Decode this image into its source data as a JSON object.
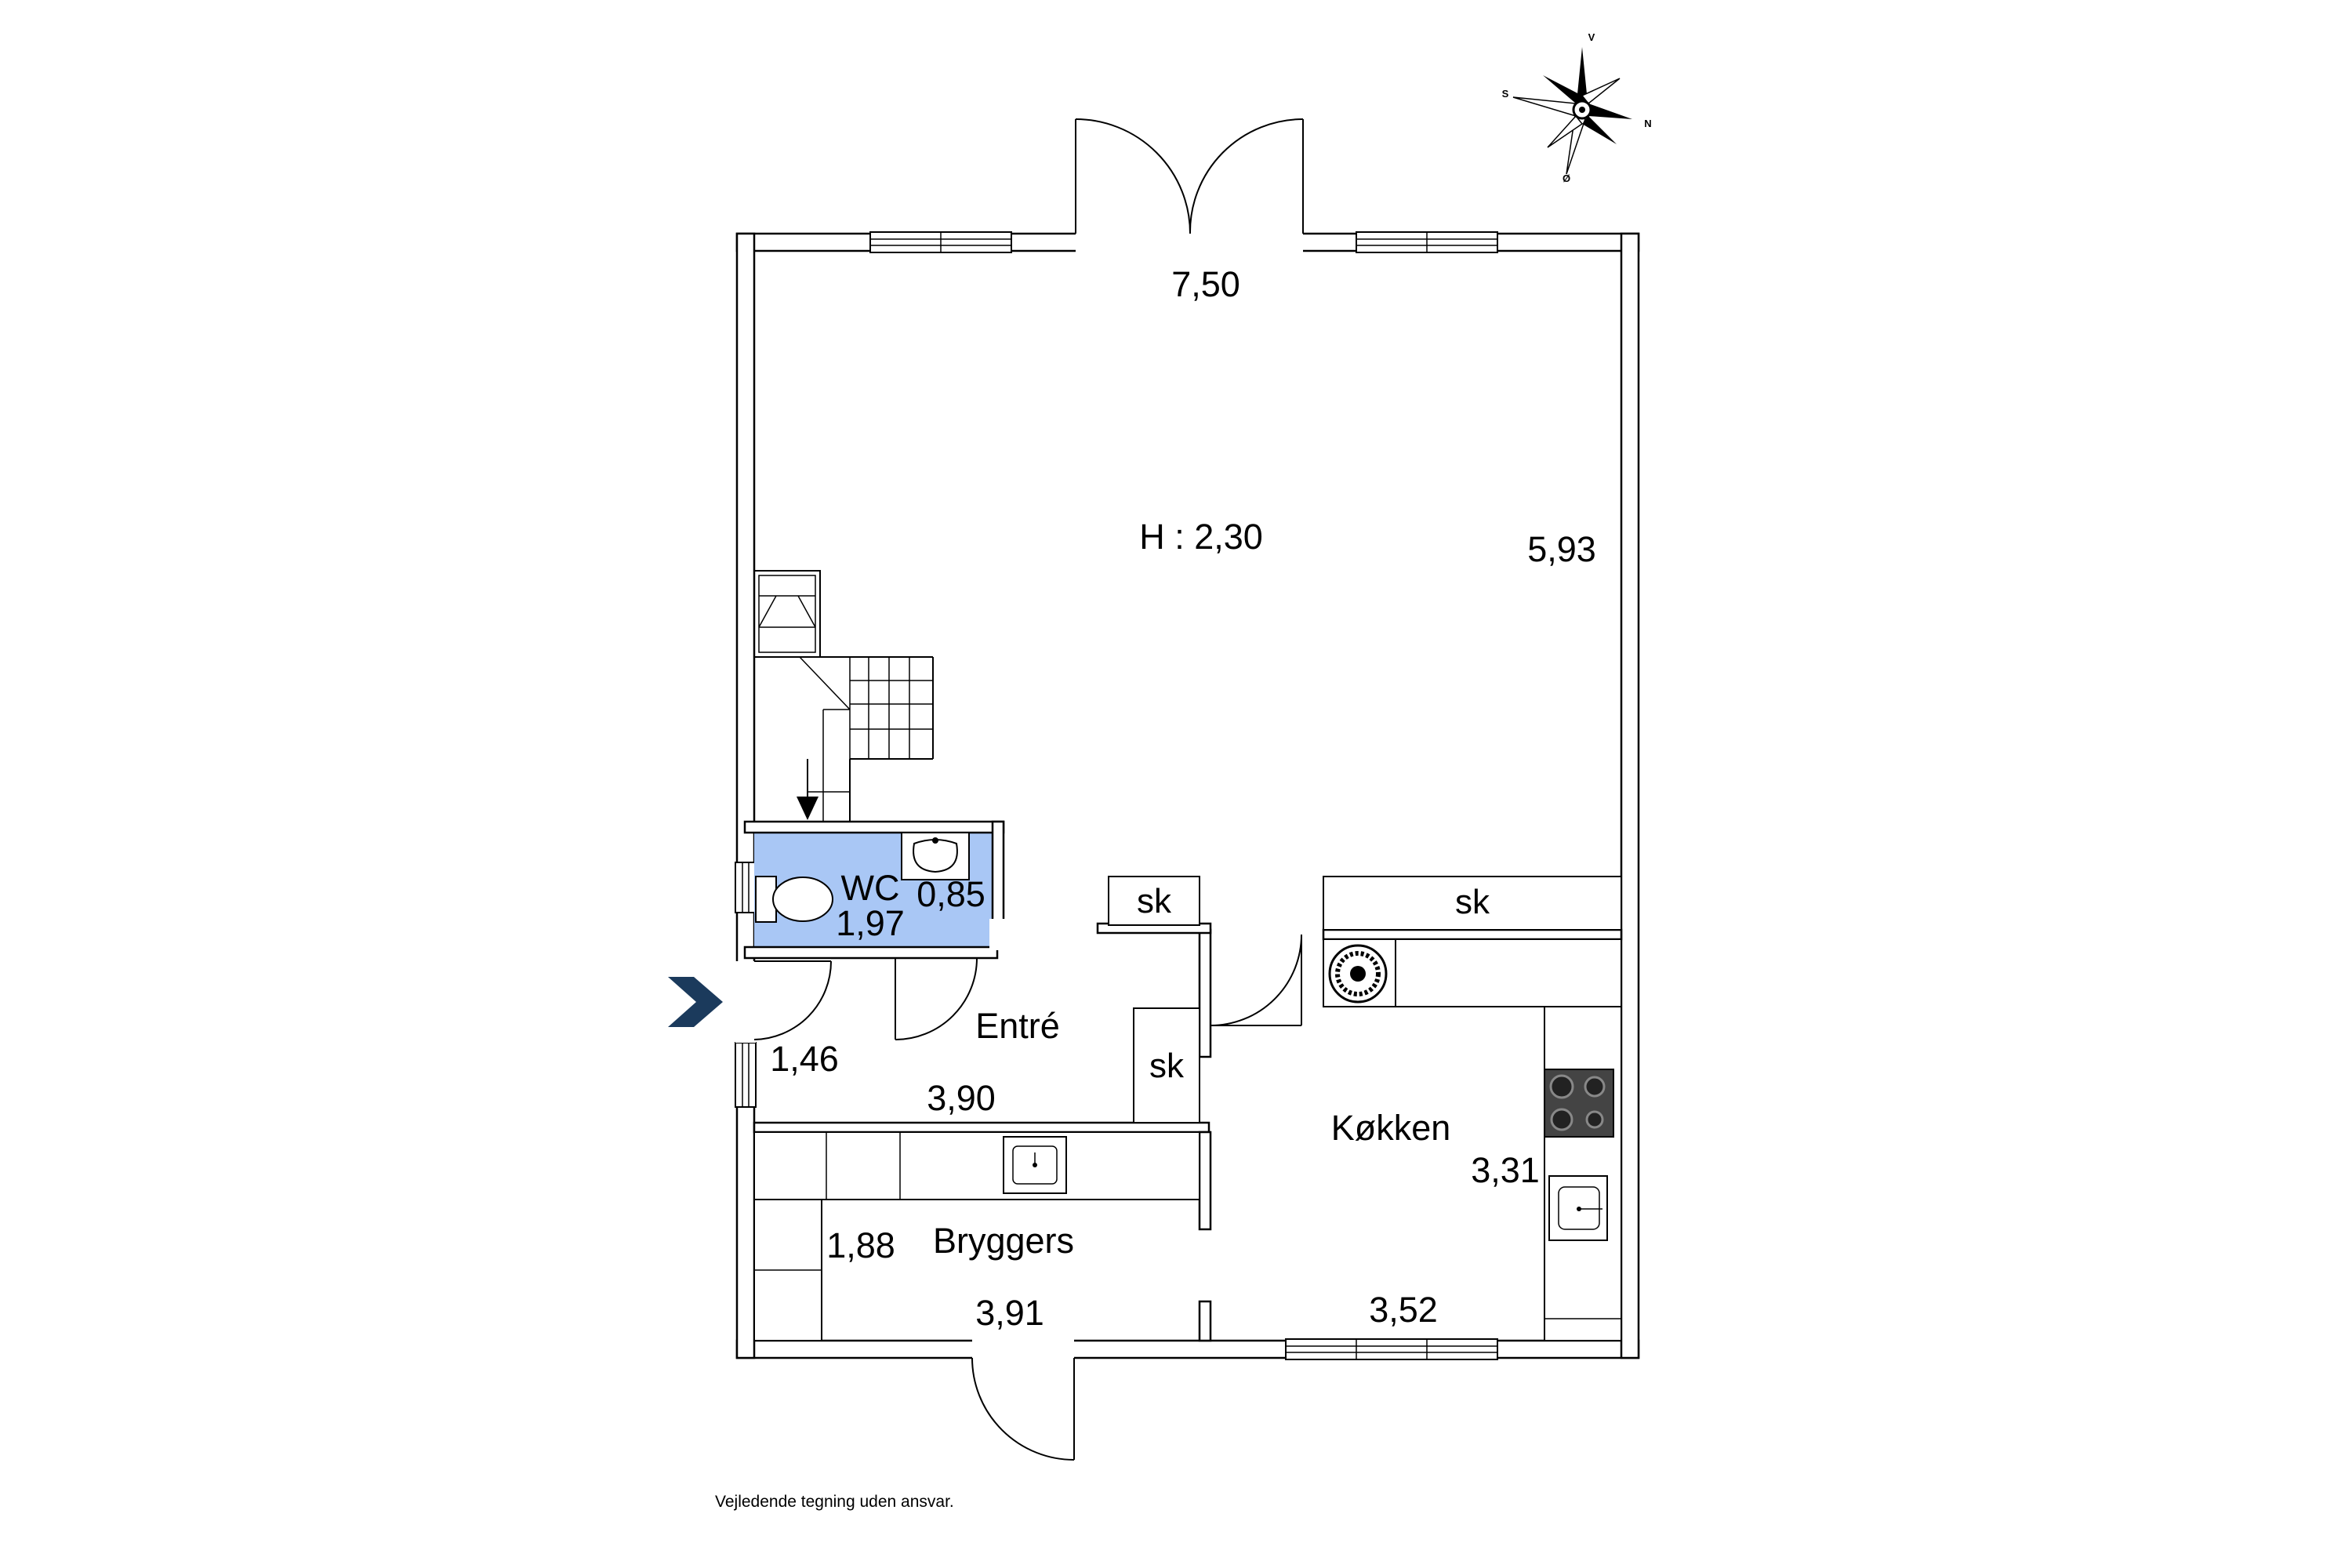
{
  "labels": {
    "dim_top": "7,50",
    "height_note": "H : 2,30",
    "dim_right": "5,93",
    "wc_name": "WC",
    "wc_area": "1,97",
    "wc_dim": "0,85",
    "cupboard_1": "sk",
    "cupboard_2": "sk",
    "cupboard_3": "sk",
    "entre_name": "Entré",
    "entre_dim_side": "1,46",
    "entre_dim_bottom": "3,90",
    "kitchen_name": "Køkken",
    "kitchen_dim_side": "3,31",
    "kitchen_dim_bottom": "3,52",
    "utility_name": "Bryggers",
    "utility_dim_side": "1,88",
    "utility_dim_bottom": "3,91"
  },
  "compass": {
    "v": "V",
    "n": "N",
    "s": "S",
    "o": "Ø"
  },
  "footer": "Vejledende tegning uden ansvar.",
  "colors": {
    "wc_fill": "#a9c7f5",
    "entrance_arrow": "#1b3a5c"
  }
}
